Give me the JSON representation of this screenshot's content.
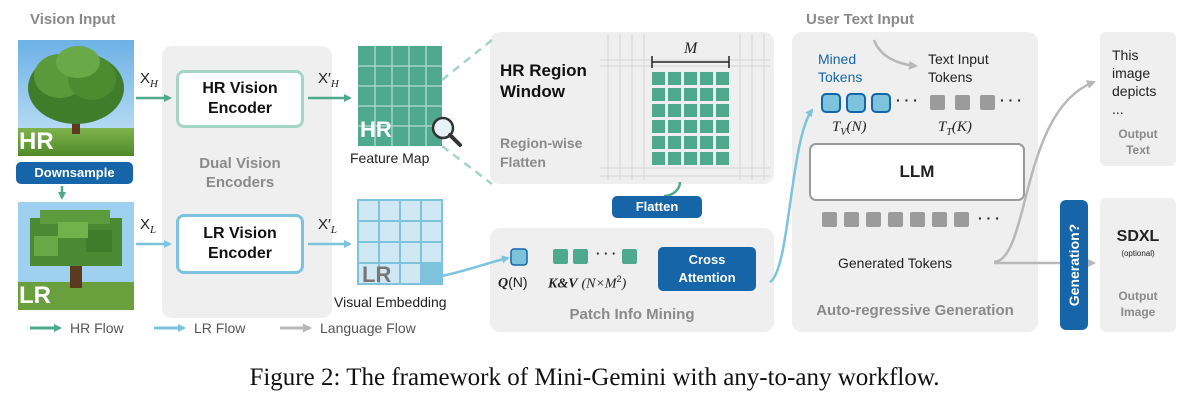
{
  "sections": {
    "vision_input": "Vision Input",
    "user_text_input": "User Text Input"
  },
  "inputs": {
    "hr_badge": "HR",
    "lr_badge": "LR",
    "downsample": "Downsample",
    "x_h": "X",
    "x_h_sub": "H",
    "x_l": "X",
    "x_l_sub": "L",
    "xp_h": "X′",
    "xp_h_sub": "H",
    "xp_l": "X′",
    "xp_l_sub": "L"
  },
  "encoders": {
    "hr_line1": "HR Vision",
    "hr_line2": "Encoder",
    "lr_line1": "LR Vision",
    "lr_line2": "Encoder",
    "dual_line1": "Dual Vision",
    "dual_line2": "Encoders"
  },
  "feature_map": {
    "badge": "HR",
    "label": "Feature Map"
  },
  "visual_embedding": {
    "badge": "LR",
    "label": "Visual Embedding"
  },
  "region": {
    "title_line1": "HR Region",
    "title_line2": "Window",
    "m_label": "M",
    "flatten_line1": "Region-wise",
    "flatten_line2": "Flatten"
  },
  "flatten_pill": "Flatten",
  "patch_mining": {
    "q_label": "Q",
    "q_arg": "(N)",
    "kv_label": "K&V",
    "kv_arg": "(N×M",
    "kv_exp": "2",
    "kv_close": ")",
    "dots": "· · ·",
    "cross_line1": "Cross",
    "cross_line2": "Attention",
    "title": "Patch Info Mining"
  },
  "llm": {
    "mined_line1": "Mined",
    "mined_line2": "Tokens",
    "text_line1": "Text Input",
    "text_line2": "Tokens",
    "dots": "· · ·",
    "tv_label": "T",
    "tv_sub": "V",
    "tv_arg": "(N)",
    "tt_label": "T",
    "tt_sub": "T",
    "tt_arg": "(K)",
    "llm_label": "LLM",
    "generated": "Generated Tokens",
    "title": "Auto-regressive Generation"
  },
  "generation_bar": "Generation?",
  "outputs": {
    "text_line1": "This",
    "text_line2": "image",
    "text_line3": "depicts",
    "text_line4": "...",
    "text_title1": "Output",
    "text_title2": "Text",
    "sdxl": "SDXL",
    "optional": "(optional)",
    "image_title1": "Output",
    "image_title2": "Image"
  },
  "legend": {
    "hr_flow": "HR Flow",
    "lr_flow": "LR Flow",
    "language_flow": "Language Flow"
  },
  "caption": "Figure 2: The framework of Mini-Gemini with any-to-any workflow.",
  "colors": {
    "hr_green": "#4fa98d",
    "hr_green_light": "#a5d6c5",
    "lr_blue": "#7ec3dd",
    "lr_blue_light": "#cfe8f3",
    "dark_blue": "#1565a8",
    "gray_flow": "#b8b8b8",
    "panel": "#efefef",
    "token_gray": "#9b9b9b"
  }
}
